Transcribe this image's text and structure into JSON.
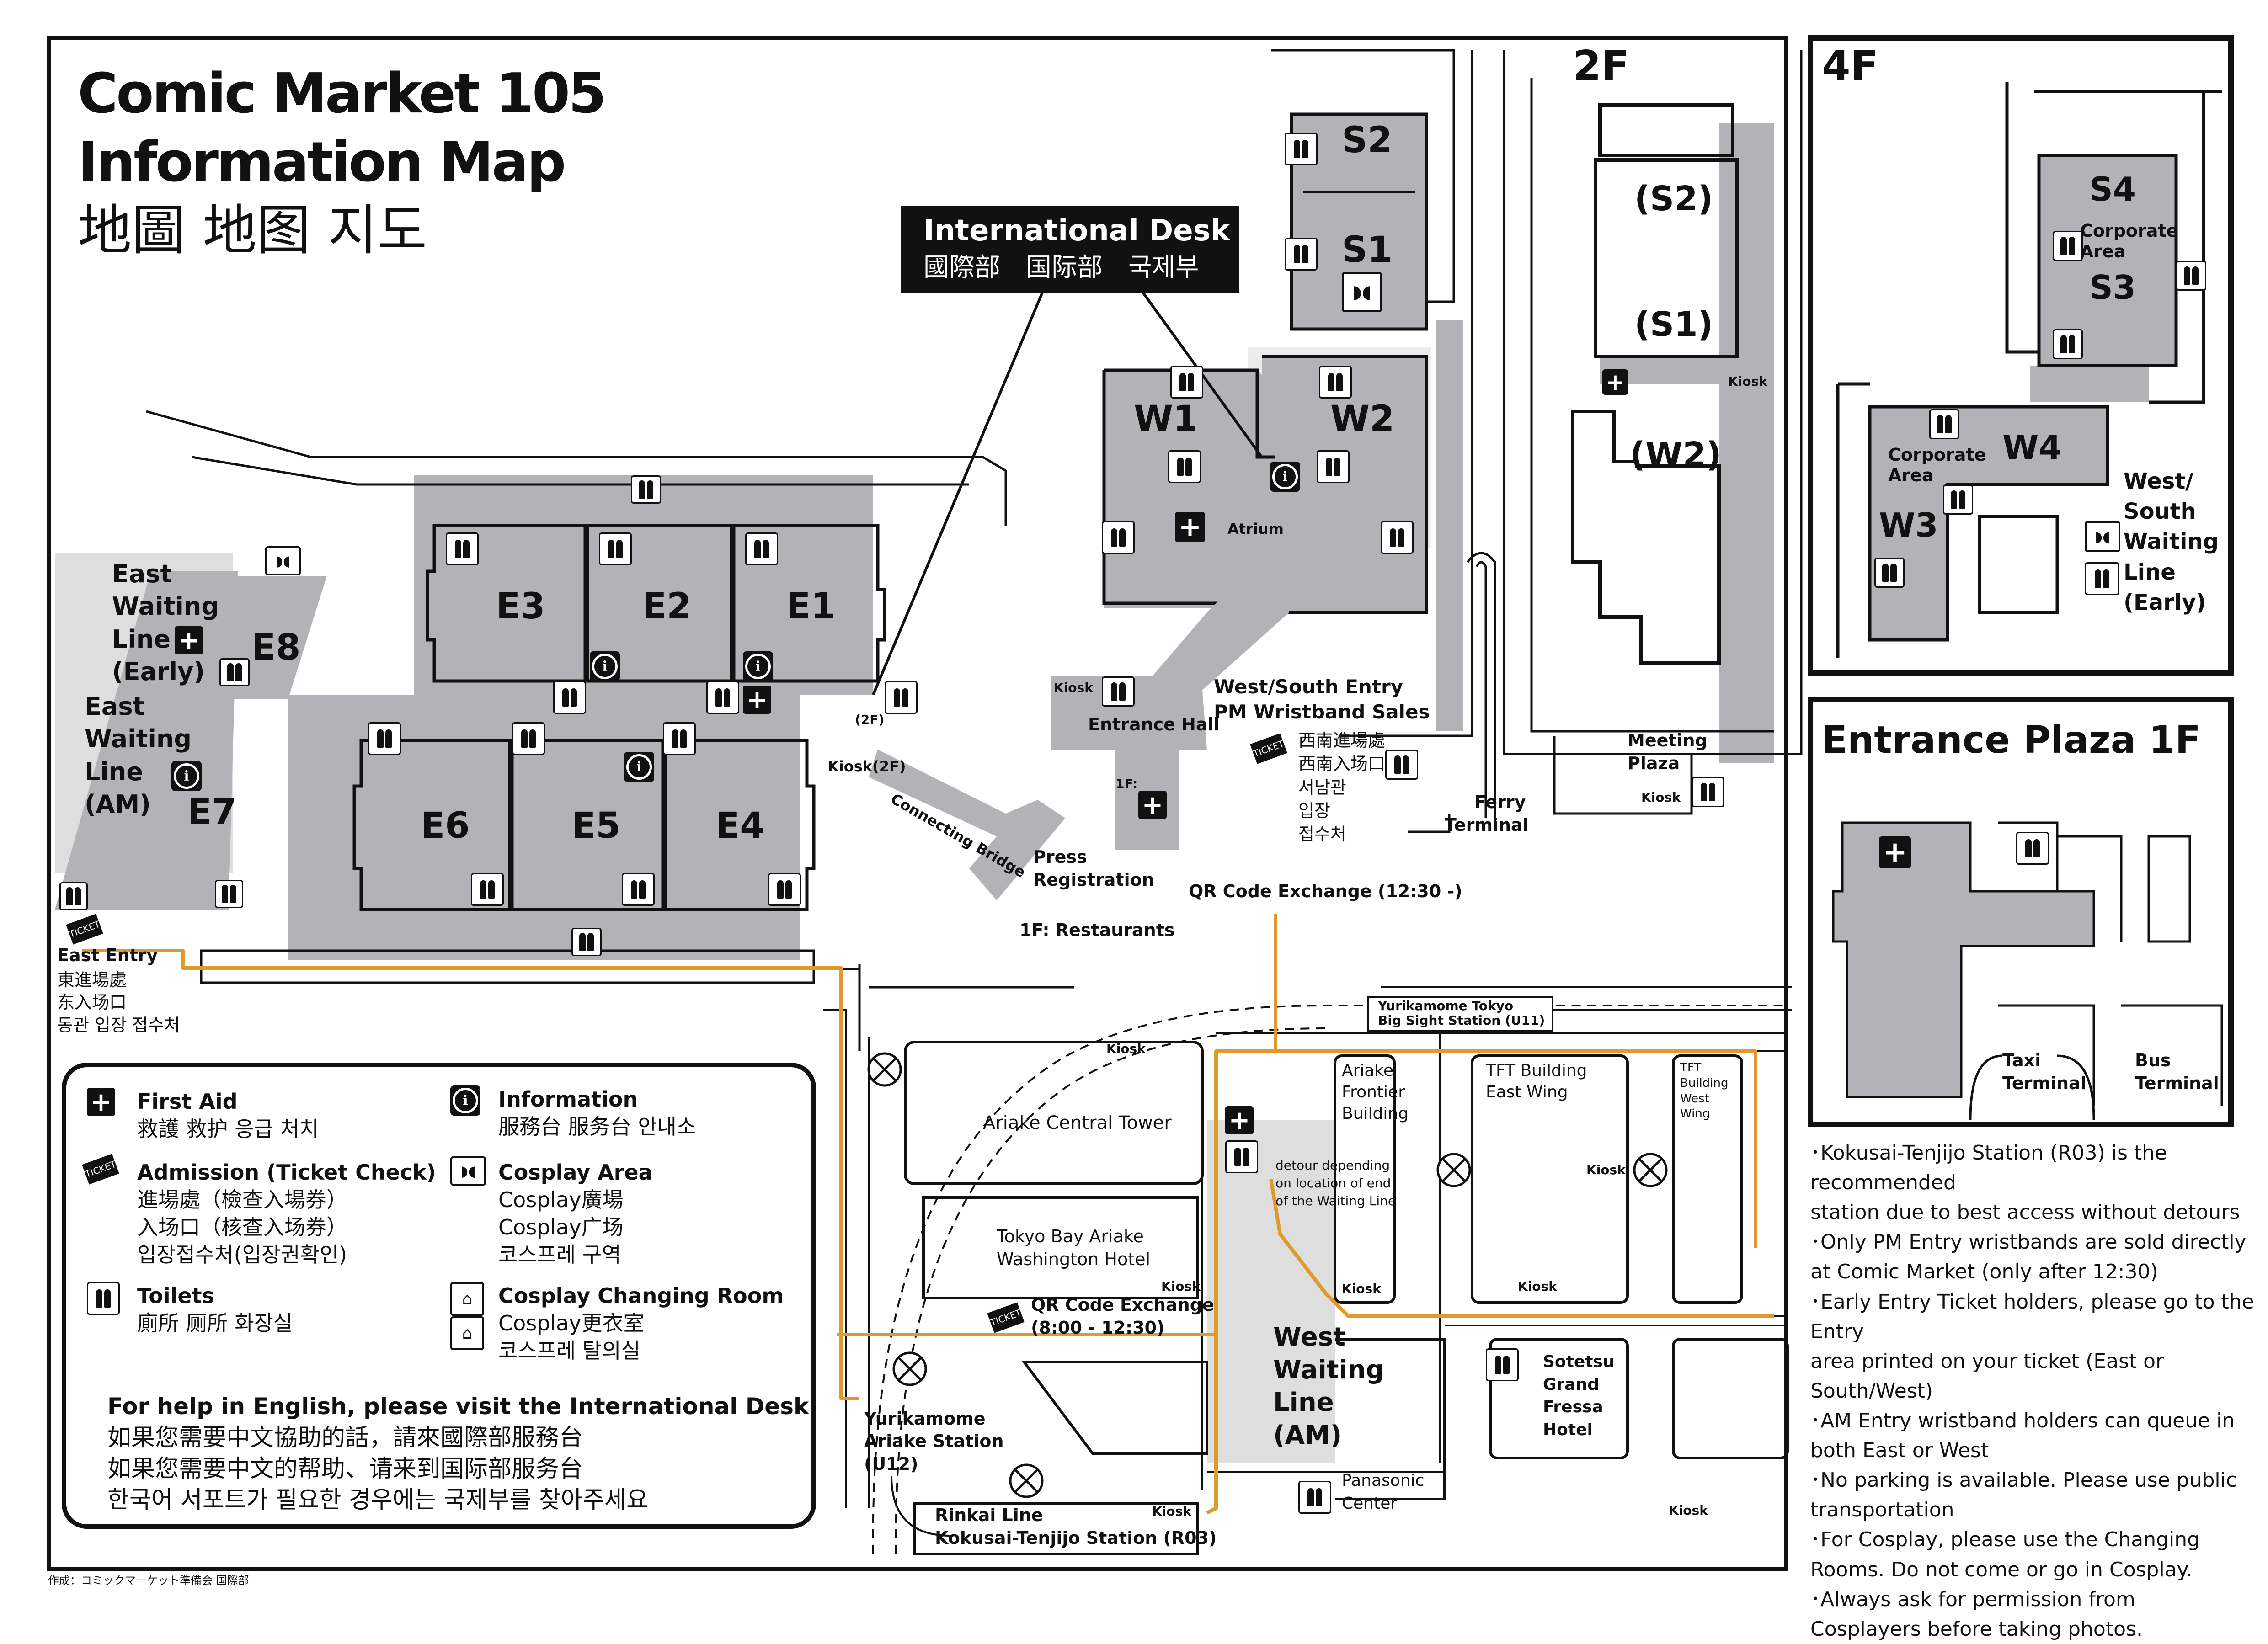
{
  "title": {
    "line1": "Comic Market 105",
    "line2": "Information Map",
    "line3": "地圖 地图 지도"
  },
  "intl_desk": {
    "title": "International Desk",
    "sub": "國際部　国际部　국제부"
  },
  "halls": {
    "e1": "E1",
    "e2": "E2",
    "e3": "E3",
    "e4": "E4",
    "e5": "E5",
    "e6": "E6",
    "e7": "E7",
    "e8": "E8",
    "w1": "W1",
    "w2": "W2",
    "s1": "S1",
    "s2": "S2",
    "s2_2f": "(S2)",
    "s1_2f": "(S1)",
    "w2_2f": "(W2)",
    "s4": "S4",
    "s3": "S3",
    "w4": "W4",
    "w3": "W3"
  },
  "labels": {
    "atrium": "Atrium",
    "kiosk": "Kiosk",
    "kiosk_2f": "Kiosk(2F)",
    "two_f": "(2F)",
    "connecting_bridge": "Connecting Bridge",
    "entrance_hall": "Entrance Hall",
    "one_f": "1F:",
    "press1": "Press",
    "press2": "Registration",
    "restaurants": "1F: Restaurants",
    "ws_entry1": "West/South Entry",
    "ws_entry2": "PM Wristband Sales",
    "ws_entry_zh1": "西南進場處",
    "ws_entry_zh2": "西南入场口",
    "ws_entry_ko1": "서남관",
    "ws_entry_ko2": "입장",
    "ws_entry_ko3": "접수처",
    "qr_exchange": "QR Code Exchange (12:30 -)",
    "ferry1": "Ferry",
    "ferry2": "Terminal",
    "meeting1": "Meeting",
    "meeting2": "Plaza",
    "east_wait_early": [
      "East",
      "Waiting",
      "Line",
      "(Early)"
    ],
    "east_wait_am": [
      "East",
      "Waiting",
      "Line",
      "(AM)"
    ],
    "east_entry": "East Entry",
    "east_entry_zh1": "東進場處",
    "east_entry_zh2": "东入场口",
    "east_entry_ko": "동관 입장 접수처",
    "yurikamome_tokyo1": "Yurikamome Tokyo",
    "yurikamome_tokyo2": "Big Sight Station (U11)",
    "ariake_central": "Ariake Central Tower",
    "washington1": "Tokyo Bay Ariake",
    "washington2": "Washington Hotel",
    "qr2_1": "QR Code Exchange",
    "qr2_2": "(8:00 - 12:30)",
    "yuri_ariake": [
      "Yurikamome",
      "Ariake Station",
      "(U12)"
    ],
    "rinkai1": "Rinkai Line",
    "rinkai2": "Kokusai-Tenjijo Station (R03)",
    "frontier": [
      "Ariake",
      "Frontier",
      "Building"
    ],
    "tft_east": [
      "TFT Building",
      "East Wing"
    ],
    "tft_west": [
      "TFT",
      "Building",
      "West",
      "Wing"
    ],
    "detour": [
      "detour depending",
      "on location of end",
      "of the Waiting Line"
    ],
    "west_wait": [
      "West",
      "Waiting",
      "Line",
      "(AM)"
    ],
    "sotetsu": [
      "Sotetsu",
      "Grand",
      "Fressa",
      "Hotel"
    ],
    "panasonic": [
      "Panasonic",
      "Center"
    ],
    "corporate": [
      "Corporate",
      "Area"
    ],
    "ws_wait": [
      "West/",
      "South",
      "Waiting",
      "Line",
      "(Early)"
    ],
    "taxi": [
      "Taxi",
      "Terminal"
    ],
    "bus": [
      "Bus",
      "Terminal"
    ],
    "credit": "作成：コミックマーケット準備会 国際部"
  },
  "insets": {
    "two_f": "2F",
    "four_f": "4F",
    "plaza": "Entrance Plaza 1F"
  },
  "legend": {
    "first_aid": {
      "en": "First Aid",
      "cjk": "救護 救护 응급 처치"
    },
    "admission": {
      "en": "Admission (Ticket Check)",
      "l1": "進場處（檢查入場券）",
      "l2": "入场口（核查入场券）",
      "l3": "입장접수처(입장권확인)"
    },
    "toilets": {
      "en": "Toilets",
      "cjk": "廁所 厕所 화장실"
    },
    "information": {
      "en": "Information",
      "cjk": "服務台 服务台 안내소"
    },
    "cosplay_area": {
      "en": "Cosplay Area",
      "l1": "Cosplay廣場",
      "l2": "Cosplay广场",
      "l3": "코스프레 구역"
    },
    "changing": {
      "en": "Cosplay Changing Room",
      "l1": "Cosplay更衣室",
      "l2": "코스프레 탈의실"
    },
    "help_en": "For help in English, please visit the International Desk",
    "help_zh1": "如果您需要中文協助的話，請來國際部服務台",
    "help_zh2": "如果您需要中文的帮助、请来到国际部服务台",
    "help_ko": "한국어 서포트가 필요한 경우에는 국제부를 찾아주세요"
  },
  "notes": [
    "･Kokusai-Tenjijo Station (R03) is the recommended",
    "  station due to best access without detours",
    "･Only PM Entry wristbands are sold directly",
    "  at Comic Market (only after 12:30)",
    "･Early Entry Ticket holders, please go to the Entry",
    "  area printed on your ticket (East or South/West)",
    "･AM Entry wristband holders can queue in",
    "  both East or West",
    "･No parking is available. Please use public",
    "  transportation",
    "･For Cosplay, please use the Changing",
    "  Rooms.  Do not come or go in Cosplay.",
    "･Always ask for permission from",
    "  Cosplayers before taking photos."
  ],
  "icons": [
    "first-aid-icon",
    "information-icon",
    "admission-ticket-icon",
    "toilet-icon",
    "cosplay-mask-icon",
    "changing-room-icon",
    "stairs-icon",
    "station-x-icon",
    "arrow-icon"
  ],
  "colors": {
    "hall": "#b3b2b6",
    "route": "#e09a2b",
    "wait_area": "#dcdcdc",
    "ink": "#111111"
  }
}
